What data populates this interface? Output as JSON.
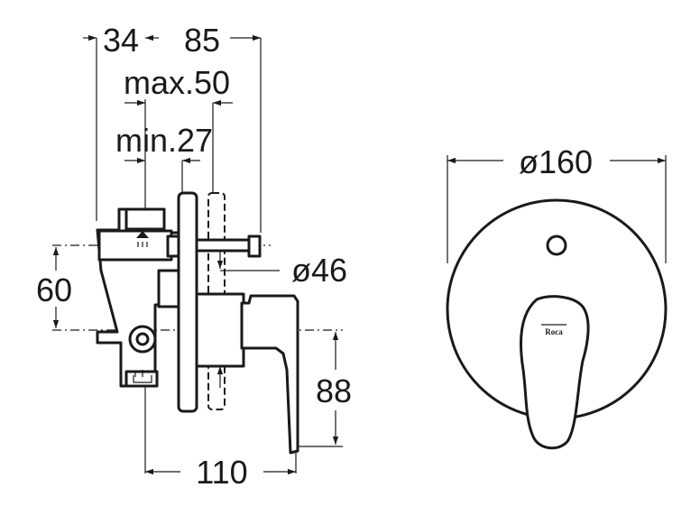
{
  "dimensions": {
    "d34": "34",
    "d85": "85",
    "max50": "max.50",
    "min27": "min.27",
    "d60": "60",
    "d46": "ø46",
    "d88": "88",
    "d110": "110",
    "d160": "ø160"
  },
  "logo_text": "Roca"
}
